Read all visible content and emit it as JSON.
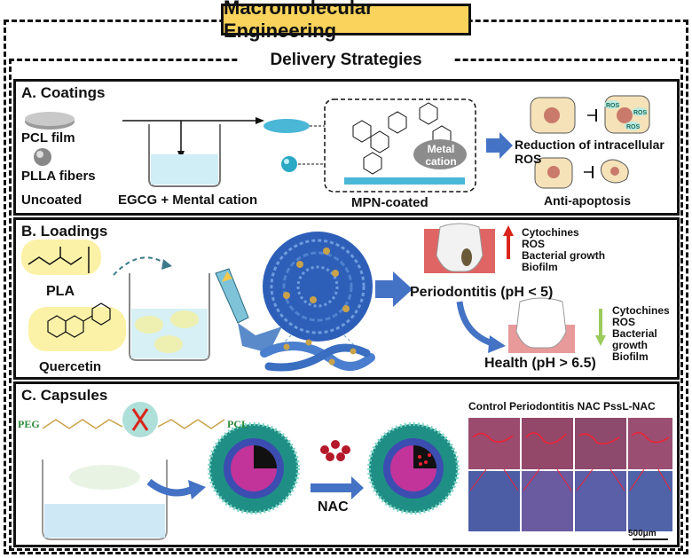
{
  "header": {
    "title": "Macromolecular Engineering",
    "subtitle": "Delivery Strategies"
  },
  "panel_a": {
    "label": "A. Coatings",
    "pcl_film": "PCL film",
    "plla_fibers": "PLLA fibers",
    "uncoated": "Uncoated",
    "egcg": "EGCG + Mental cation",
    "metal_cation": "Metal cation",
    "mpn_coated": "MPN-coated",
    "ros_reduction": "Reduction of intracellular ROS",
    "anti_apoptosis": "Anti-apoptosis",
    "ros_tag": "ROS"
  },
  "panel_b": {
    "label": "B. Loadings",
    "pla": "PLA",
    "quercetin": "Quercetin",
    "periodontitis": "Periodontitis (pH < 5)",
    "health": "Health (pH > 6.5)",
    "up_list": [
      "Cytochines",
      "ROS",
      "Bacterial growth",
      "Biofilm"
    ],
    "down_list": [
      "Cytochines",
      "ROS",
      "Bacterial growth",
      "Biofilm"
    ]
  },
  "panel_c": {
    "label": "C. Capsules",
    "peg": "PEG",
    "pcl": "PCL",
    "nac": "NAC",
    "histology_labels": "Control Periodontitis NAC PssL-NAC",
    "scale_bar": "500μm"
  },
  "colors": {
    "title_fill": "#f9d35b",
    "arrow_blue": "#4472c4",
    "cell_fill": "#f6e2b8",
    "red_arrow": "#d9261c",
    "green_arrow": "#9bcb5b",
    "gum_red": "#d94a4a",
    "gold_particle": "#c9a24a"
  }
}
